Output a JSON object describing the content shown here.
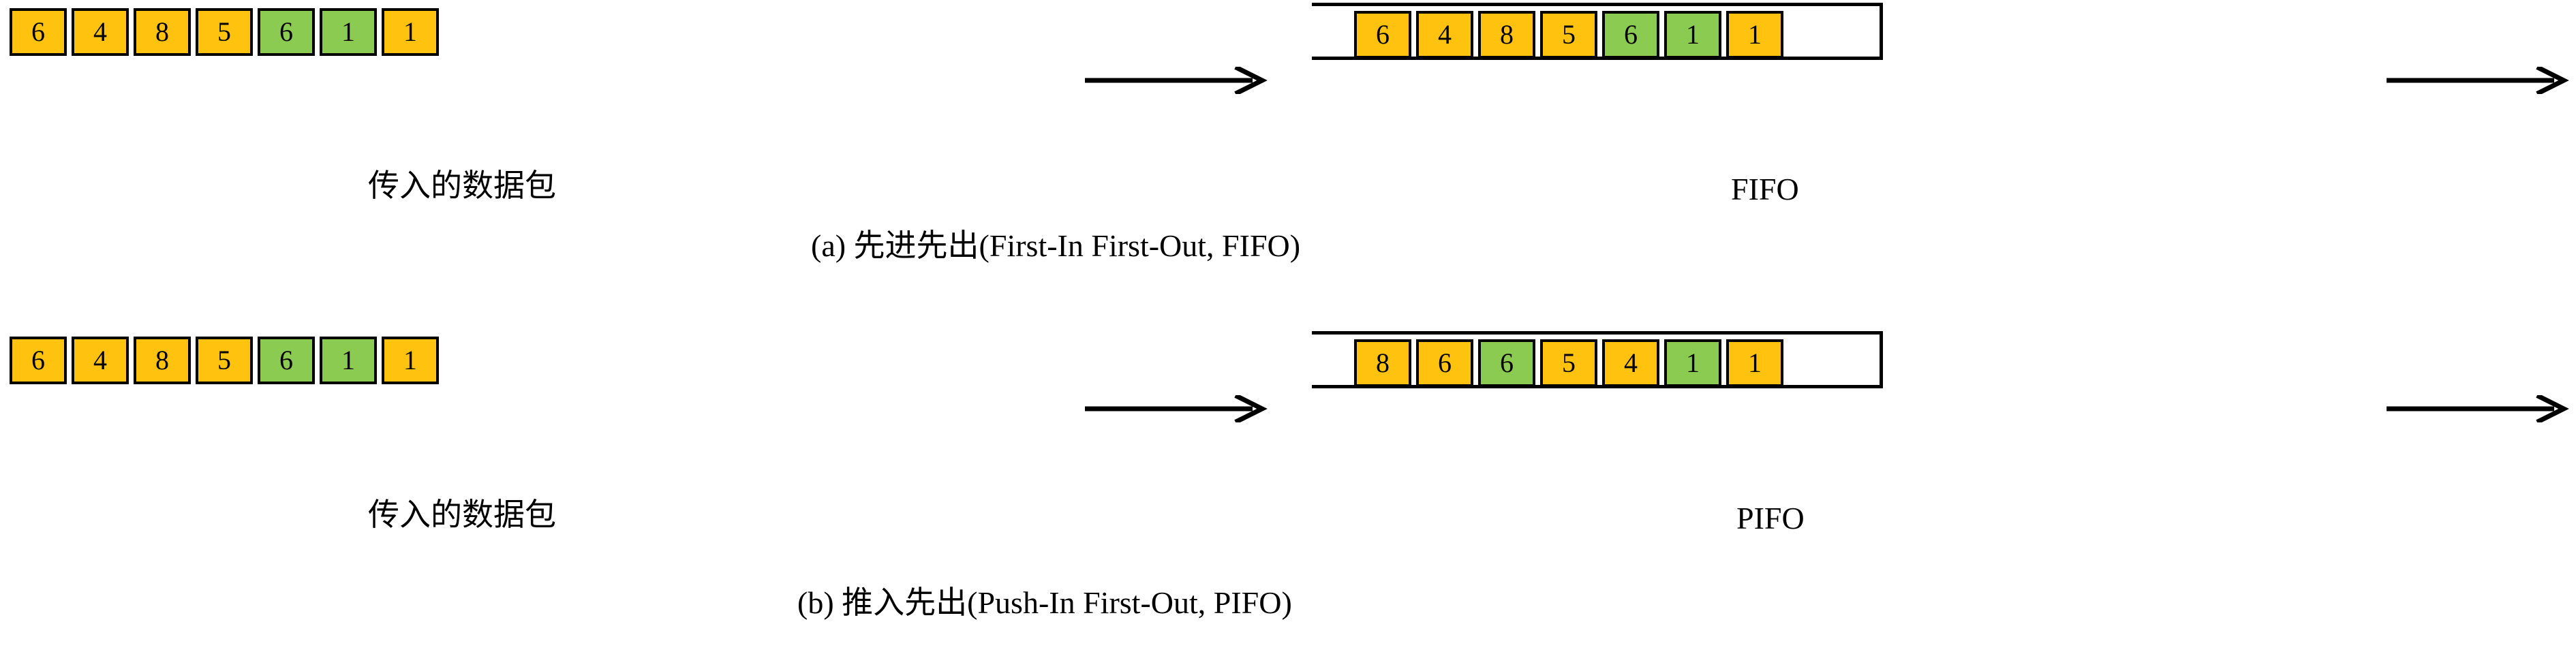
{
  "colors": {
    "orange": "#FFC20E",
    "green": "#8CCB52",
    "stroke": "#000000",
    "background": "#FFFFFF"
  },
  "panels": [
    {
      "id": "fifo",
      "incoming_label": "传入的数据包",
      "queue_label": "FIFO",
      "caption": "(a) 先进先出(First-In First-Out, FIFO)",
      "incoming_packets": [
        {
          "value": "6",
          "color": "orange"
        },
        {
          "value": "4",
          "color": "orange"
        },
        {
          "value": "8",
          "color": "orange"
        },
        {
          "value": "5",
          "color": "orange"
        },
        {
          "value": "6",
          "color": "green"
        },
        {
          "value": "1",
          "color": "green"
        },
        {
          "value": "1",
          "color": "orange"
        }
      ],
      "queue_packets": [
        {
          "value": "6",
          "color": "orange"
        },
        {
          "value": "4",
          "color": "orange"
        },
        {
          "value": "8",
          "color": "orange"
        },
        {
          "value": "5",
          "color": "orange"
        },
        {
          "value": "6",
          "color": "green"
        },
        {
          "value": "1",
          "color": "green"
        },
        {
          "value": "1",
          "color": "orange"
        }
      ]
    },
    {
      "id": "pifo",
      "incoming_label": "传入的数据包",
      "queue_label": "PIFO",
      "caption": "(b) 推入先出(Push-In First-Out, PIFO)",
      "incoming_packets": [
        {
          "value": "6",
          "color": "orange"
        },
        {
          "value": "4",
          "color": "orange"
        },
        {
          "value": "8",
          "color": "orange"
        },
        {
          "value": "5",
          "color": "orange"
        },
        {
          "value": "6",
          "color": "green"
        },
        {
          "value": "1",
          "color": "green"
        },
        {
          "value": "1",
          "color": "orange"
        }
      ],
      "queue_packets": [
        {
          "value": "8",
          "color": "orange"
        },
        {
          "value": "6",
          "color": "orange"
        },
        {
          "value": "6",
          "color": "green"
        },
        {
          "value": "5",
          "color": "orange"
        },
        {
          "value": "4",
          "color": "orange"
        },
        {
          "value": "1",
          "color": "green"
        },
        {
          "value": "1",
          "color": "orange"
        }
      ]
    }
  ],
  "icons": {
    "enqueue_arrow": "right-arrow-icon",
    "dequeue_arrow": "right-arrow-icon"
  }
}
